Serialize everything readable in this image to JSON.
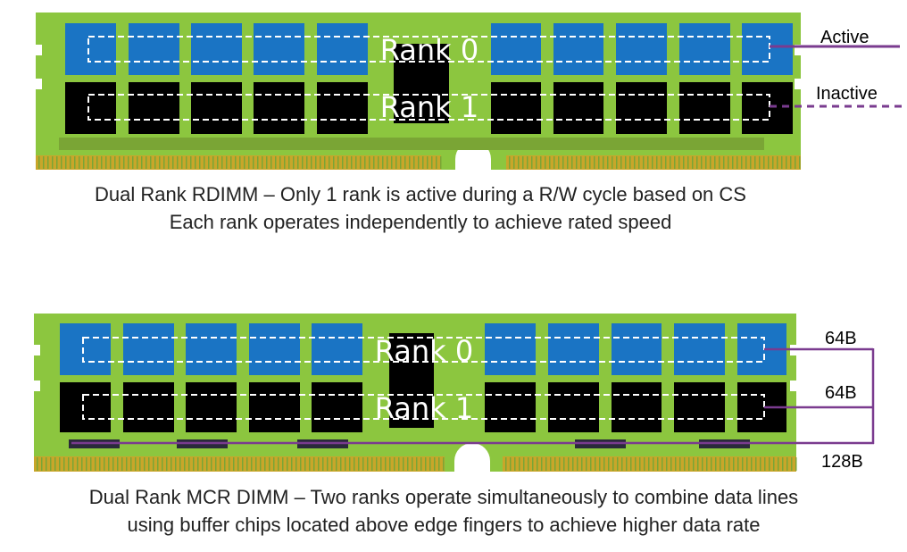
{
  "colors": {
    "pcb": "#8cc63f",
    "pcb_dark": "#7aa535",
    "active_chip": "#1a74c4",
    "inactive_chip": "#000000",
    "gold": "#c8a62a",
    "line": "#7a3b8f"
  },
  "modules": [
    {
      "ranks": [
        {
          "label": "Rank 0",
          "state": "Active"
        },
        {
          "label": "Rank 1",
          "state": "Inactive"
        }
      ],
      "side_labels": [
        "Active",
        "Inactive"
      ],
      "caption": [
        "Dual Rank RDIMM – Only 1 rank is active during a R/W cycle based on CS",
        "Each rank operates independently  to achieve rated speed"
      ]
    },
    {
      "ranks": [
        {
          "label": "Rank 0",
          "width": "64B"
        },
        {
          "label": "Rank 1",
          "width": "64B"
        }
      ],
      "combined_label": "128B",
      "caption": [
        "Dual Rank MCR DIMM – Two ranks operate simultaneously to combine data lines",
        "using buffer chips located above edge fingers to achieve higher data rate"
      ]
    }
  ]
}
